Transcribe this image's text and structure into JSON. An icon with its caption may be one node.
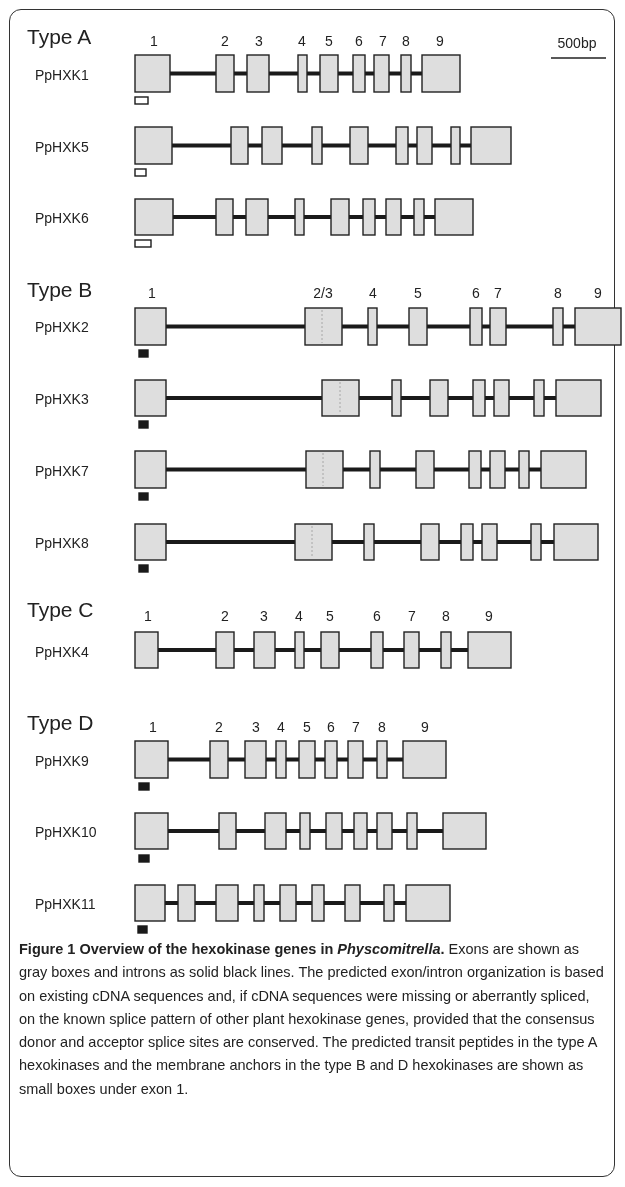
{
  "diagram": {
    "caption": "**Figure 1 Overview of the hexokinase genes in *Physcomitrella*.** Exons are shown as gray boxes and introns as solid black lines. The predicted exon/intron organization is based on existing cDNA sequences and, if cDNA sequences were missing or aberrantly spliced, on the known splice pattern of other plant hexokinase genes, provided that the consensus donor and acceptor splice sites are conserved. The predicted transit peptides in the type A hexokinases and the membrane anchors in the type B and D hexokinases are shown as small boxes under exon 1.",
    "labels": [
      "Type A",
      "1",
      "2",
      "3",
      "4",
      "5",
      "6",
      "7",
      "8",
      "9",
      "500bp",
      "PpHXK1",
      "PpHXK5",
      "PpHXK6",
      "Type B",
      "1",
      "2/3",
      "4",
      "5",
      "6",
      "7",
      "8",
      "9",
      "PpHXK2",
      "PpHXK3",
      "PpHXK7",
      "PpHXK8",
      "Type C",
      "1",
      "2",
      "3",
      "4",
      "5",
      "6",
      "7",
      "8",
      "9",
      "PpHXK4",
      "Type D",
      "1",
      "2",
      "3",
      "4",
      "5",
      "6",
      "7",
      "8",
      "9",
      "PpHXK9",
      "PpHXK10",
      "PpHXK11"
    ]
  }
}
